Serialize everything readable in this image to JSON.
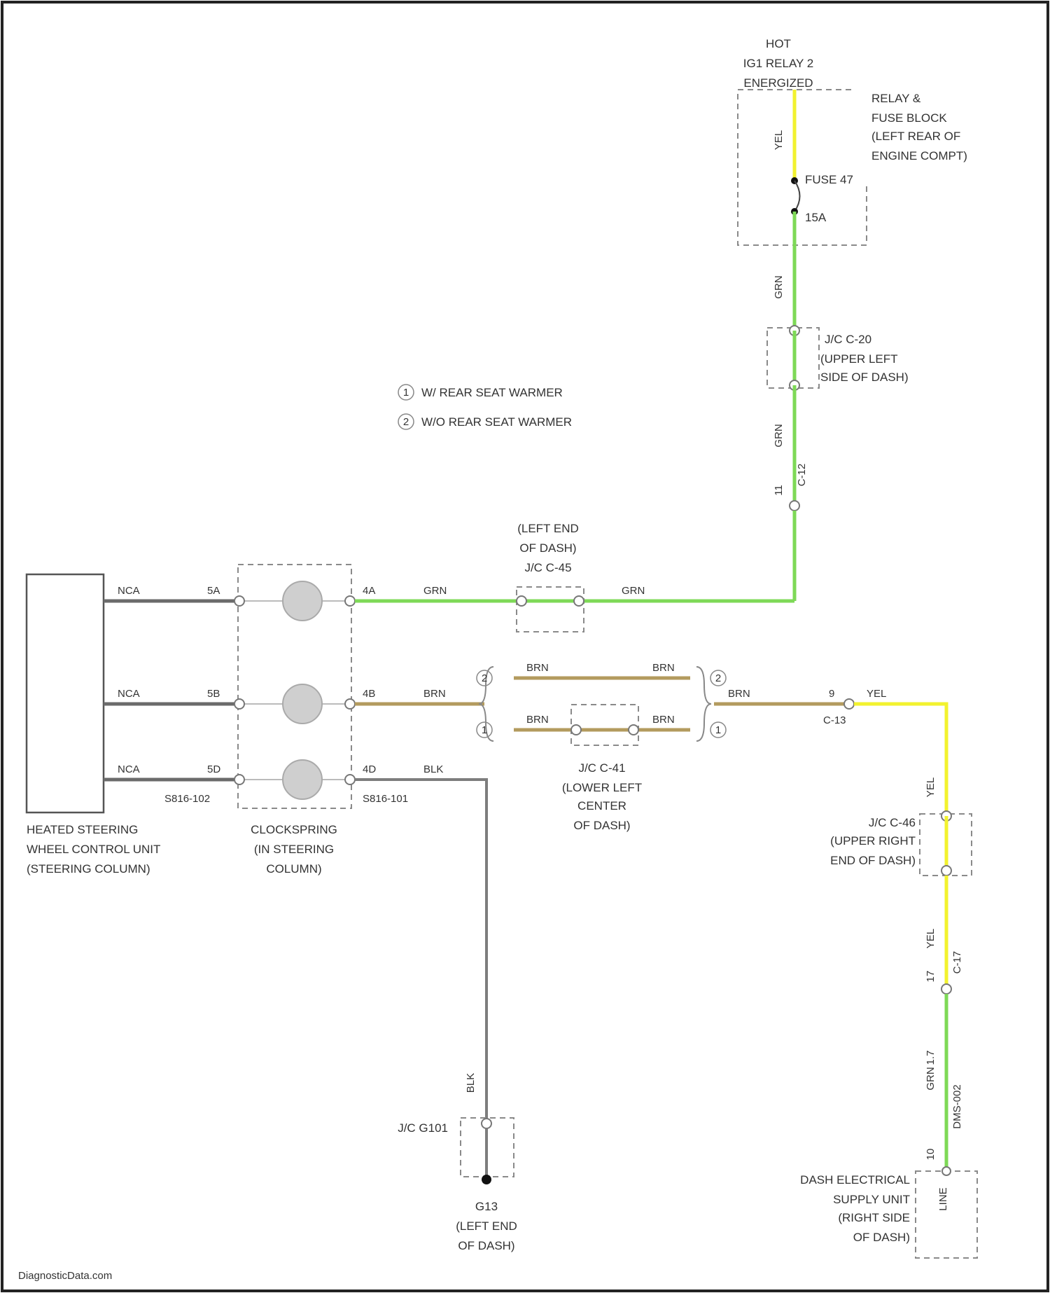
{
  "relay_hot": {
    "l1": "HOT",
    "l2": "IG1 RELAY 2",
    "l3": "ENERGIZED"
  },
  "relay_block": {
    "l1": "RELAY &",
    "l2": "FUSE BLOCK",
    "l3": "(LEFT REAR OF",
    "l4": "ENGINE COMPT)"
  },
  "fuse": {
    "name": "FUSE 47",
    "rating": "15A"
  },
  "wire_colors": {
    "yel": "YEL",
    "grn": "GRN",
    "brn": "BRN",
    "blk": "BLK",
    "nca": "NCA"
  },
  "wire_color_hex": {
    "yel": "#f2f22e",
    "grn": "#7ed957",
    "brn": "#b39b5e",
    "blk": "#7d7d7d",
    "gray": "#6b6b6b"
  },
  "jc_c20": {
    "l1": "J/C C-20",
    "l2": "(UPPER LEFT",
    "l3": "SIDE OF DASH)"
  },
  "legend": [
    {
      "num": "1",
      "text": "W/ REAR SEAT WARMER"
    },
    {
      "num": "2",
      "text": "W/O REAR SEAT WARMER"
    }
  ],
  "conn_c13": {
    "pin": "9",
    "name": "C-13"
  },
  "jc_c45": {
    "l1": "(LEFT END",
    "l2": "OF DASH)",
    "l3": "J/C C-45"
  },
  "jc_c41": {
    "l1": "J/C C-41",
    "l2": "(LOWER LEFT",
    "l3": "CENTER",
    "l4": "OF DASH)"
  },
  "unit_hsw": {
    "l1": "HEATED STEERING",
    "l2": "WHEEL CONTROL UNIT",
    "l3": "(STEERING COLUMN)"
  },
  "pins_left": {
    "p5a": "5A",
    "p5b": "5B",
    "p5d": "5D",
    "conn": "S816-102"
  },
  "pins_right": {
    "p4a": "4A",
    "p4b": "4B",
    "p4d": "4D",
    "conn": "S816-101"
  },
  "clockspring": {
    "l1": "CLOCKSPRING",
    "l2": "(IN STEERING",
    "l3": "COLUMN)"
  },
  "conn_c12": {
    "pin": "11",
    "name": "C-12"
  },
  "jc_c46": {
    "l1": "J/C C-46",
    "l2": "(UPPER RIGHT",
    "l3": "END OF DASH)"
  },
  "conn_c17": {
    "pin": "17",
    "name": "C-17"
  },
  "des_wire": {
    "gauge": "1.7",
    "conn": "DMS-002",
    "pin": "10",
    "inside": "LINE"
  },
  "des_unit": {
    "l1": "DASH ELECTRICAL",
    "l2": "SUPPLY UNIT",
    "l3": "(RIGHT SIDE",
    "l4": "OF DASH)"
  },
  "jc_g101": {
    "name": "J/C G101"
  },
  "ground_g13": {
    "l1": "G13",
    "l2": "(LEFT END",
    "l3": "OF DASH)"
  },
  "watermark": "DiagnosticData.com"
}
